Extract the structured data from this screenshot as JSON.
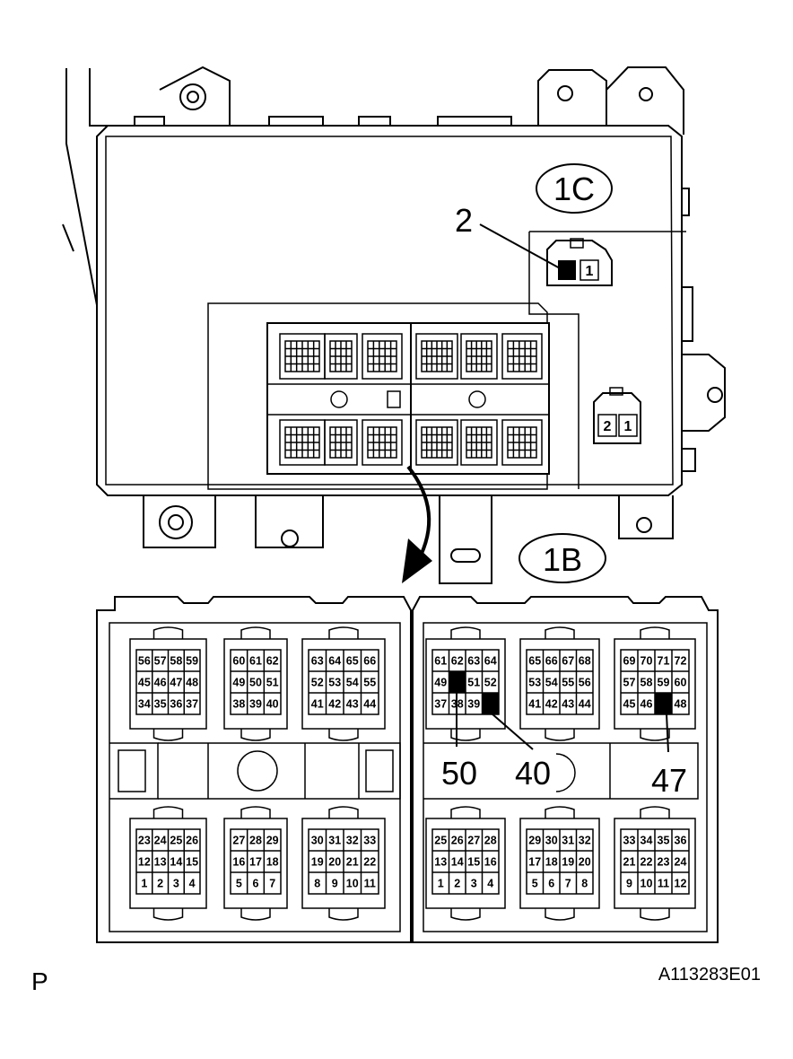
{
  "labels": {
    "connector_1c": "1C",
    "connector_1b": "1B",
    "callout_1c_pin": "2",
    "callout_pin_50": "50",
    "callout_pin_40": "40",
    "callout_pin_47": "47"
  },
  "small_connectors": {
    "top_pin": "1",
    "side_pin_left": "2",
    "side_pin_right": "1"
  },
  "footer": {
    "left": "P",
    "right": "A113283E01"
  },
  "pin_blocks": [
    {
      "id": "L-T1",
      "rows": [
        [
          "56",
          "57",
          "58",
          "59"
        ],
        [
          "45",
          "46",
          "47",
          "48"
        ],
        [
          "34",
          "35",
          "36",
          "37"
        ]
      ]
    },
    {
      "id": "L-T2",
      "rows": [
        [
          "60",
          "61",
          "62"
        ],
        [
          "49",
          "50",
          "51"
        ],
        [
          "38",
          "39",
          "40"
        ]
      ]
    },
    {
      "id": "L-T3",
      "rows": [
        [
          "63",
          "64",
          "65",
          "66"
        ],
        [
          "52",
          "53",
          "54",
          "55"
        ],
        [
          "41",
          "42",
          "43",
          "44"
        ]
      ]
    },
    {
      "id": "R-T1",
      "rows": [
        [
          "61",
          "62",
          "63",
          "64"
        ],
        [
          "49",
          "50",
          "51",
          "52"
        ],
        [
          "37",
          "38",
          "39",
          "40"
        ]
      ],
      "filled": [
        "50",
        "40"
      ]
    },
    {
      "id": "R-T2",
      "rows": [
        [
          "65",
          "66",
          "67",
          "68"
        ],
        [
          "53",
          "54",
          "55",
          "56"
        ],
        [
          "41",
          "42",
          "43",
          "44"
        ]
      ]
    },
    {
      "id": "R-T3",
      "rows": [
        [
          "69",
          "70",
          "71",
          "72"
        ],
        [
          "57",
          "58",
          "59",
          "60"
        ],
        [
          "45",
          "46",
          "47",
          "48"
        ]
      ],
      "filled": [
        "47"
      ]
    },
    {
      "id": "L-B1",
      "rows": [
        [
          "23",
          "24",
          "25",
          "26"
        ],
        [
          "12",
          "13",
          "14",
          "15"
        ],
        [
          "1",
          "2",
          "3",
          "4"
        ]
      ]
    },
    {
      "id": "L-B2",
      "rows": [
        [
          "27",
          "28",
          "29"
        ],
        [
          "16",
          "17",
          "18"
        ],
        [
          "5",
          "6",
          "7"
        ]
      ]
    },
    {
      "id": "L-B3",
      "rows": [
        [
          "30",
          "31",
          "32",
          "33"
        ],
        [
          "19",
          "20",
          "21",
          "22"
        ],
        [
          "8",
          "9",
          "10",
          "11"
        ]
      ]
    },
    {
      "id": "R-B1",
      "rows": [
        [
          "25",
          "26",
          "27",
          "28"
        ],
        [
          "13",
          "14",
          "15",
          "16"
        ],
        [
          "1",
          "2",
          "3",
          "4"
        ]
      ]
    },
    {
      "id": "R-B2",
      "rows": [
        [
          "29",
          "30",
          "31",
          "32"
        ],
        [
          "17",
          "18",
          "19",
          "20"
        ],
        [
          "5",
          "6",
          "7",
          "8"
        ]
      ]
    },
    {
      "id": "R-B3",
      "rows": [
        [
          "33",
          "34",
          "35",
          "36"
        ],
        [
          "21",
          "22",
          "23",
          "24"
        ],
        [
          "9",
          "10",
          "11",
          "12"
        ]
      ]
    }
  ]
}
